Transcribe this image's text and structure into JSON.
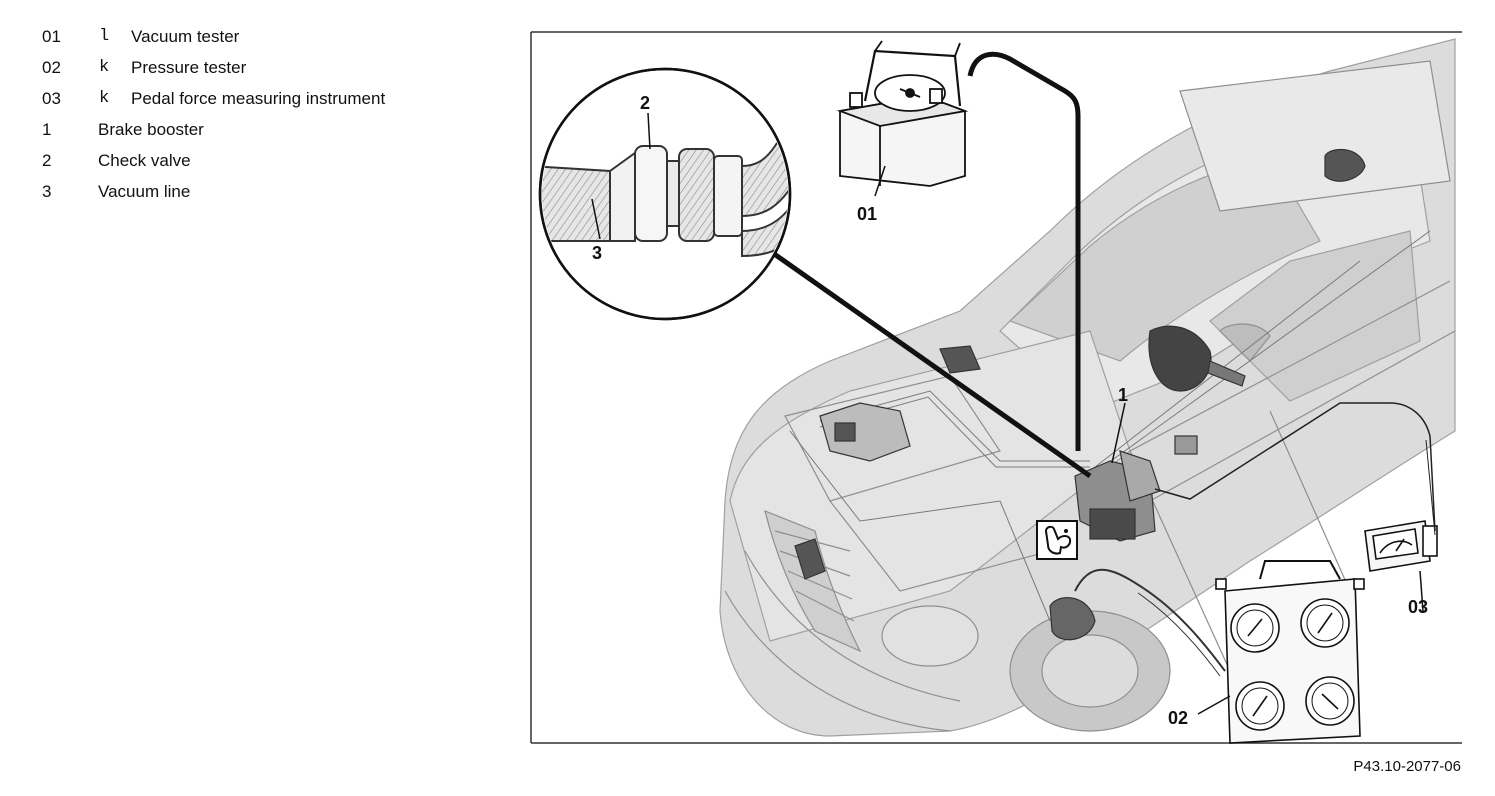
{
  "legend": [
    {
      "code": "01",
      "flag": "l",
      "text": "Vacuum tester"
    },
    {
      "code": "02",
      "flag": "k",
      "text": "Pressure tester"
    },
    {
      "code": "03",
      "flag": "k",
      "text": "Pedal force measuring instrument"
    },
    {
      "code": "1",
      "flag": "",
      "text": "Brake booster"
    },
    {
      "code": "2",
      "flag": "",
      "text": "Check valve"
    },
    {
      "code": "3",
      "flag": "",
      "text": "Vacuum line"
    }
  ],
  "callouts": {
    "c01": "01",
    "c02": "02",
    "c03": "03",
    "c1": "1",
    "c2": "2",
    "c3": "3"
  },
  "figure_id": "P43.10-2077-06",
  "icons": {
    "service": "wrench-hook-icon"
  },
  "colors": {
    "line": "#111111",
    "car_body": "#d9d9d9",
    "car_edge": "#9a9a9a",
    "hatch": "#cccccc"
  }
}
